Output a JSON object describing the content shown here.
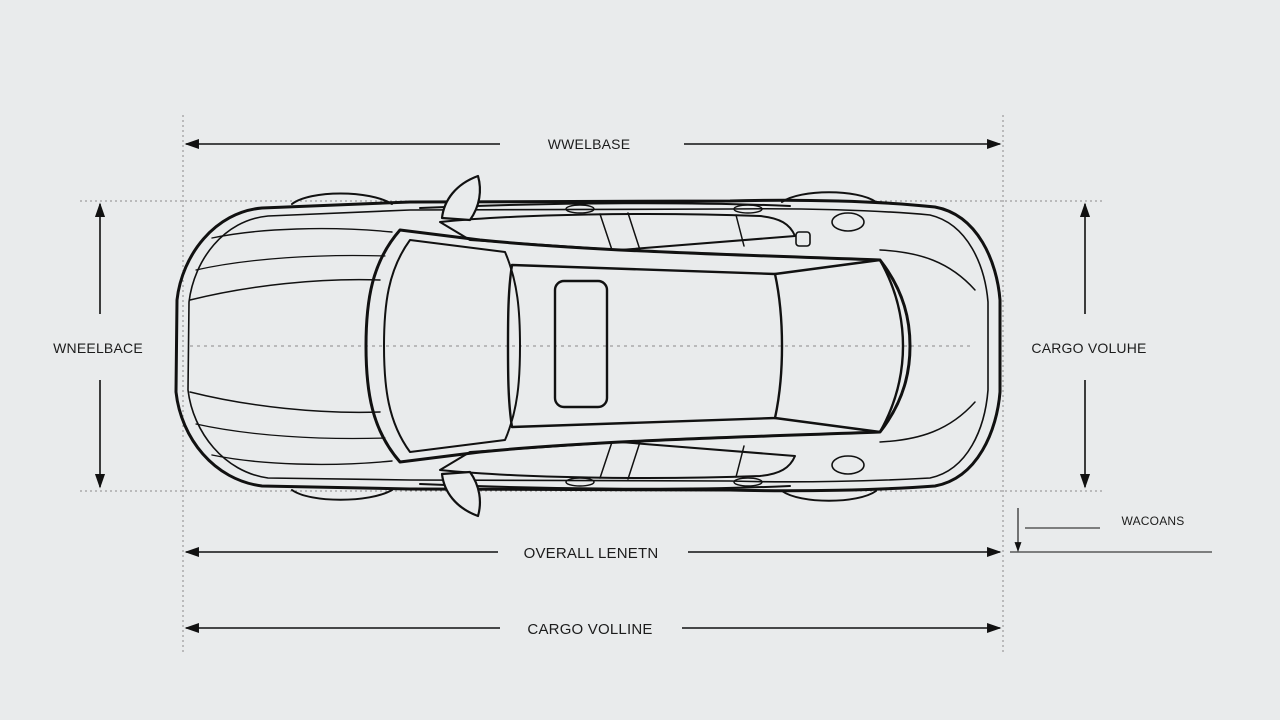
{
  "labels": {
    "top_dimension": "WWELBASE",
    "left_dimension": "WNEELBACE",
    "right_dimension": "CARGO VOLUHE",
    "overall_length": "OVERALL LENETN",
    "bottom_dimension": "CARGO VOLLINE",
    "side_note": "WACOANS"
  },
  "colors": {
    "background": "#e9ebec",
    "line": "#111111",
    "guide": "#8a8a8a"
  }
}
